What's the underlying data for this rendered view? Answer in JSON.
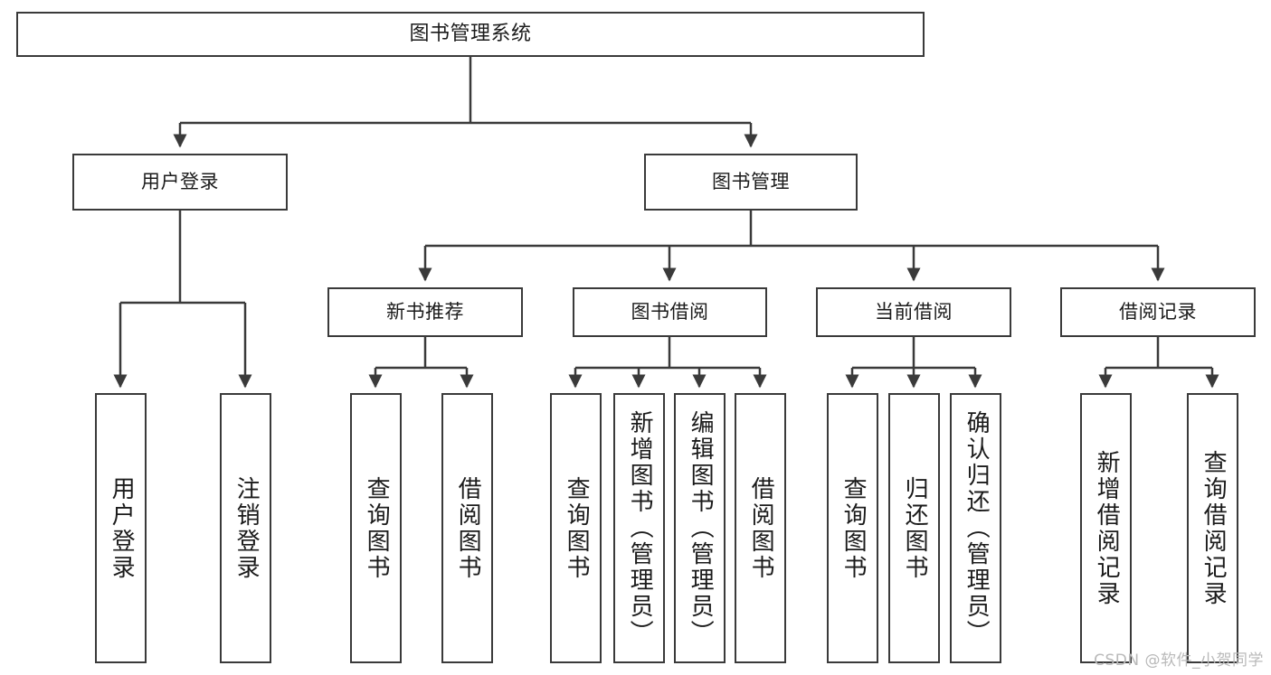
{
  "diagram": {
    "title": "图书管理系统",
    "watermark": "CSDN @软件_小贺同学",
    "line_color": "#3a3a3a",
    "box_fill": "#ffffff",
    "text_color": "#1b1b1b",
    "watermark_color": "#b9b9b9"
  },
  "nodes": {
    "root": {
      "label": "图书管理系统"
    },
    "level2": [
      {
        "label": "用户登录"
      },
      {
        "label": "图书管理"
      }
    ],
    "level3": [
      {
        "label": "新书推荐"
      },
      {
        "label": "图书借阅"
      },
      {
        "label": "当前借阅"
      },
      {
        "label": "借阅记录"
      }
    ],
    "leaves": {
      "user_login": [
        {
          "label": "用户登录"
        },
        {
          "label": "注销登录"
        }
      ],
      "new_book_recommend": [
        {
          "label": "查询图书"
        },
        {
          "label": "借阅图书"
        }
      ],
      "book_borrow": [
        {
          "label": "查询图书"
        },
        {
          "label": "新增图书（管理员）"
        },
        {
          "label": "编辑图书（管理员）"
        },
        {
          "label": "借阅图书"
        }
      ],
      "current_borrow": [
        {
          "label": "查询图书"
        },
        {
          "label": "归还图书"
        },
        {
          "label": "确认归还（管理员）"
        }
      ],
      "borrow_record": [
        {
          "label": "新增借阅记录"
        },
        {
          "label": "查询借阅记录"
        }
      ]
    }
  }
}
